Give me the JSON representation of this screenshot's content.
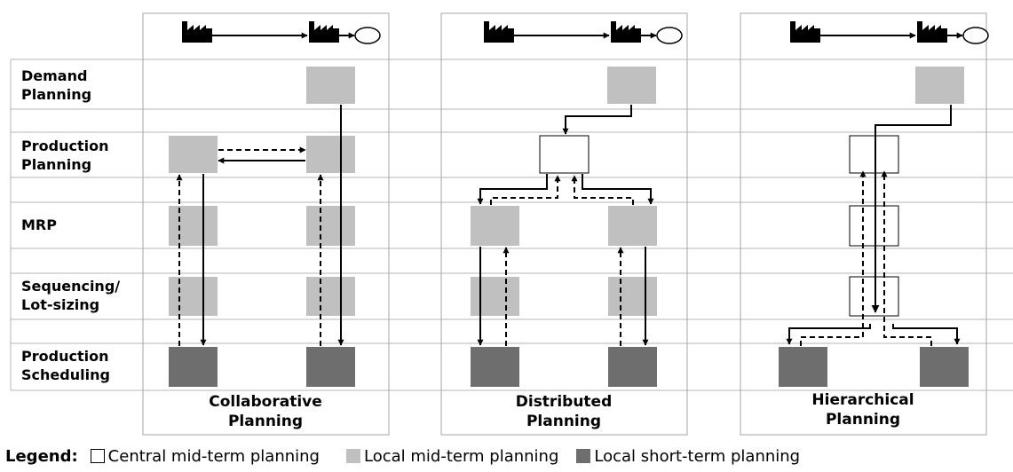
{
  "rows": [
    {
      "label": "Demand Planning",
      "lines": [
        "Demand",
        "Planning"
      ]
    },
    {
      "label": "Production Planning",
      "lines": [
        "Production",
        "Planning"
      ]
    },
    {
      "label": "MRP",
      "lines": [
        "MRP"
      ]
    },
    {
      "label": "Sequencing/ Lot-sizing",
      "lines": [
        "Sequencing/",
        "Lot-sizing"
      ]
    },
    {
      "label": "Production Scheduling",
      "lines": [
        "Production",
        "Scheduling"
      ]
    }
  ],
  "panels": [
    {
      "title_lines": [
        "Collaborative",
        "Planning"
      ]
    },
    {
      "title_lines": [
        "Distributed",
        "Planning"
      ]
    },
    {
      "title_lines": [
        "Hierarchical",
        "Planning"
      ]
    }
  ],
  "legend": {
    "title": "Legend:",
    "items": [
      {
        "label": "Central mid-term planning",
        "fill": "#ffffff",
        "stroke": "#000000"
      },
      {
        "label": "Local mid-term planning",
        "fill": "#c0c0c0",
        "stroke": "#c0c0c0"
      },
      {
        "label": "Local short-term planning",
        "fill": "#6e6e6e",
        "stroke": "#6e6e6e"
      }
    ]
  },
  "colors": {
    "local_mid_term": "#c0c0c0",
    "local_short_term": "#6e6e6e",
    "central_mid_term": "#ffffff",
    "grid_line": "#b4b4b4"
  },
  "icons": [
    "factory-icon",
    "factory-icon",
    "customer-ellipse-icon"
  ]
}
